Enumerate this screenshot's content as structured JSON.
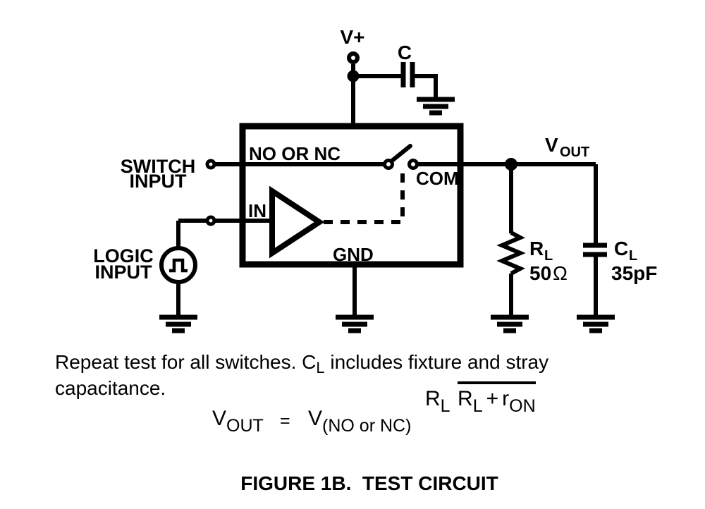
{
  "colors": {
    "ink": "#000000",
    "background": "#ffffff"
  },
  "circuit": {
    "supply_label": "V+",
    "supply_cap_label": "C",
    "switch_input_label": [
      "SWITCH",
      "INPUT"
    ],
    "logic_input_label": [
      "LOGIC",
      "INPUT"
    ],
    "box_pins": {
      "no_or_nc": "NO OR NC",
      "com": "COM",
      "in": "IN",
      "gnd": "GND"
    },
    "vout": {
      "main": "V",
      "sub": "OUT"
    },
    "rl": {
      "main": "R",
      "sub": "L",
      "value": "50",
      "value_unit": "Ω"
    },
    "cl": {
      "main": "C",
      "sub": "L",
      "value": "35pF"
    }
  },
  "note": {
    "line1_pre": "Repeat test for all switches. C",
    "line1_sub": "L",
    "line1_post": " includes fixture and stray",
    "line2": "capacitance."
  },
  "formula": {
    "lhs_main": "V",
    "lhs_sub": "OUT",
    "equals": "=",
    "rhs_main": "V",
    "rhs_sub": "(NO or NC)",
    "num_main": "R",
    "num_sub": "L",
    "den_r1": "R",
    "den_r1_sub": "L",
    "den_plus": "+",
    "den_r2": "r",
    "den_r2_sub": "ON"
  },
  "caption": "FIGURE 1B.  TEST CIRCUIT"
}
